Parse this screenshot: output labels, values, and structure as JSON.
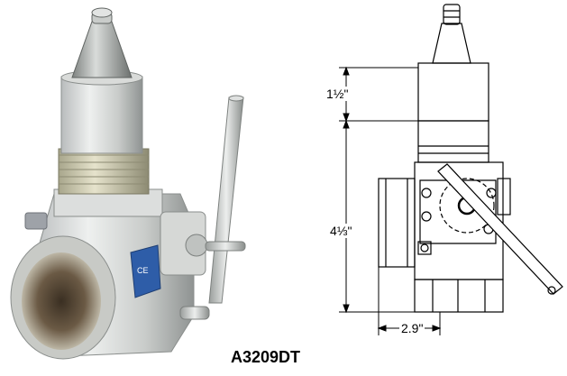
{
  "product": {
    "model": "A3209DT",
    "dimensions": {
      "upper_height": "1½\"",
      "body_height": "4⅓\"",
      "width": "2.9\""
    }
  }
}
